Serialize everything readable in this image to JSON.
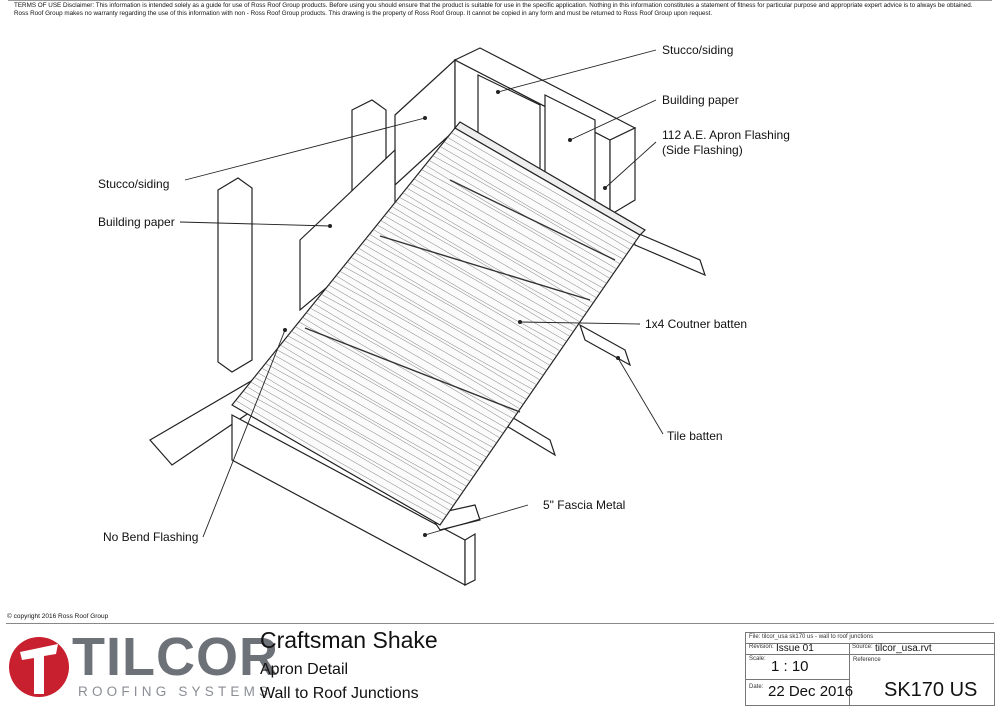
{
  "disclaimer": {
    "line1": "TERMS OF USE Disclaimer: This information is intended solely as a guide for use of Ross Roof Group products. Before using you should ensure that the product is suitable for use in the specific application. Nothing in this information constitutes a statement of fitness for particular purpose and appropriate expert advice is to always be obtained.",
    "line2": "Ross Roof Group makes no warranty regarding the use of this information with non - Ross Roof Group products. This drawing is the property of Ross Roof Group. It cannot be copied in any form and must be returned to Ross Roof Group upon request."
  },
  "labels": {
    "stucco_right": "Stucco/siding",
    "paper_right": "Building paper",
    "apron_flashing_1": "112 A.E. Apron Flashing",
    "apron_flashing_2": "(Side Flashing)",
    "stucco_left": "Stucco/siding",
    "paper_left": "Building paper",
    "counter_batten": "1x4 Coutner batten",
    "tile_batten": "Tile batten",
    "fascia": "5\" Fascia Metal",
    "no_bend": "No Bend Flashing"
  },
  "footer": {
    "copyright": "© copyright 2016 Ross Roof Group",
    "logo": {
      "brand": "TILCOR",
      "tagline": "ROOFING SYSTEMS",
      "red": "#c8202f",
      "gray": "#6d7178"
    },
    "title": "Craftsman Shake",
    "subtitle1": "Apron Detail",
    "subtitle2": "Wall to Roof Junctions"
  },
  "title_block": {
    "file_label": "File:",
    "file": "tilcor_usa sk170 us - wall to roof junctions",
    "revision_label": "Revision:",
    "revision": "Issue 01",
    "source_label": "Source:",
    "source": "tilcor_usa.rvt",
    "scale_label": "Scale:",
    "scale": "1 : 10",
    "reference_label": "Reference",
    "date_label": "Date:",
    "date": "22 Dec 2016",
    "reference": "SK170 US"
  }
}
